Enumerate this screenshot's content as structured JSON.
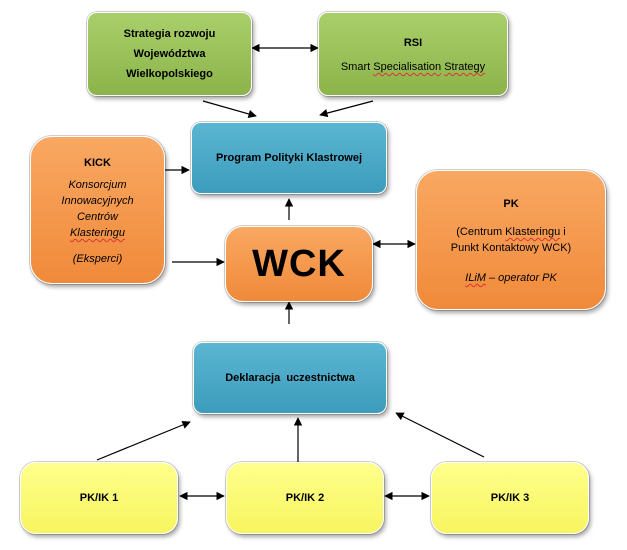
{
  "nodes": {
    "strategia": {
      "lines": [
        "Strategia rozwoju",
        "Województwa",
        "Wielkopolskiego"
      ]
    },
    "rsi": {
      "title": "RSI",
      "subtitle_plain": "Smart ",
      "subtitle_sq1": "Specialisation",
      "subtitle_mid": " ",
      "subtitle_sq2": "Strategy"
    },
    "program": {
      "label": "Program Polityki Klastrowej"
    },
    "kick": {
      "title": "KICK",
      "l1": "Konsorcjum",
      "l2": "Innowacyjnych",
      "l3": "Centrów",
      "l4": "Klasteringu",
      "l5": "(Eksperci)"
    },
    "wck": {
      "label": "WCK"
    },
    "pk": {
      "title": "PK",
      "l1a": "(Centrum ",
      "l1b": "Klasteringu",
      "l1c": " i",
      "l2": "Punkt Kontaktowy WCK)",
      "l3a": "ILiM",
      "l3b": " – operator PK"
    },
    "deklaracja": {
      "label": "Deklaracja  uczestnictwa"
    },
    "pkik1": {
      "label": "PK/IK 1"
    },
    "pkik2": {
      "label": "PK/IK 2"
    },
    "pkik3": {
      "label": "PK/IK 3"
    }
  },
  "edges": [
    {
      "from": "strategia",
      "to": "rsi",
      "type": "bidirectional"
    },
    {
      "from": "strategia",
      "to": "program",
      "type": "directed"
    },
    {
      "from": "rsi",
      "to": "program",
      "type": "directed"
    },
    {
      "from": "kick",
      "to": "program",
      "type": "directed"
    },
    {
      "from": "kick",
      "to": "wck",
      "type": "directed"
    },
    {
      "from": "wck",
      "to": "program",
      "type": "directed"
    },
    {
      "from": "wck",
      "to": "pk",
      "type": "bidirectional"
    },
    {
      "from": "deklaracja",
      "to": "wck",
      "type": "directed"
    },
    {
      "from": "pkik1",
      "to": "deklaracja",
      "type": "directed"
    },
    {
      "from": "pkik2",
      "to": "deklaracja",
      "type": "directed"
    },
    {
      "from": "pkik3",
      "to": "deklaracja",
      "type": "directed"
    },
    {
      "from": "pkik1",
      "to": "pkik2",
      "type": "bidirectional"
    },
    {
      "from": "pkik2",
      "to": "pkik3",
      "type": "bidirectional"
    }
  ],
  "colors": {
    "green": "#8cb44a",
    "blue": "#3d9cbc",
    "orange": "#f08a3a",
    "yellow": "#f7f560",
    "arrow": "#000000"
  }
}
